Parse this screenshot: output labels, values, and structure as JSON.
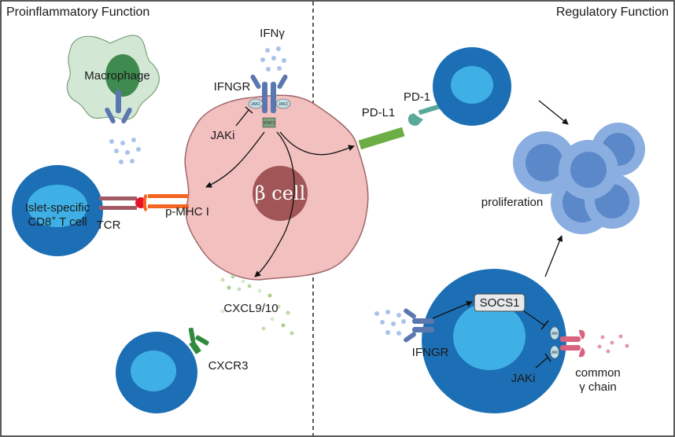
{
  "panels": {
    "left_title": "Proinflammatory Function",
    "right_title": "Regulatory Function"
  },
  "labels": {
    "ifng": "IFNγ",
    "ifngr_top": "IFNGR",
    "jak1": "JAK1",
    "jak2": "JAK2",
    "stat1": "STAT1",
    "jaki_left": "JAKi",
    "macrophage": "Macrophage",
    "beta_cell": "β cell",
    "islet_line1": "Islet-specific",
    "islet_line2": "CD8",
    "islet_sup": "+",
    "islet_line2b": " T cell",
    "tcr": "TCR",
    "pmhc": "p-MHC I",
    "cxcl": "CXCL9/10",
    "cxcr3": "CXCR3",
    "pdl1": "PD-L1",
    "pd1": "PD-1",
    "proliferation": "proliferation",
    "socs1": "SOCS1",
    "ifngr_right": "IFNGR",
    "jak_small": "JAK",
    "jaki_right": "JAKi",
    "common": "common",
    "gamma_chain": "γ chain"
  },
  "colors": {
    "tcell_outer": "#1c6fb5",
    "tcell_inner": "#3fb0e6",
    "beta_body": "#f1c0bf",
    "beta_nucleus": "#a15556",
    "macrophage_body": "#d2e7d4",
    "macrophage_nucleus": "#3f8a4e",
    "receptor": "#5b77b0",
    "prolif_outer": "#8aaee0",
    "prolif_inner": "#5b88c9",
    "tcr": "#a15a63",
    "pmhc": "#f26522",
    "pdl1": "#6dad45",
    "pd1": "#5aa89a",
    "cxcr3": "#2f8a3e",
    "gamma_receptor": "#d9627f"
  }
}
